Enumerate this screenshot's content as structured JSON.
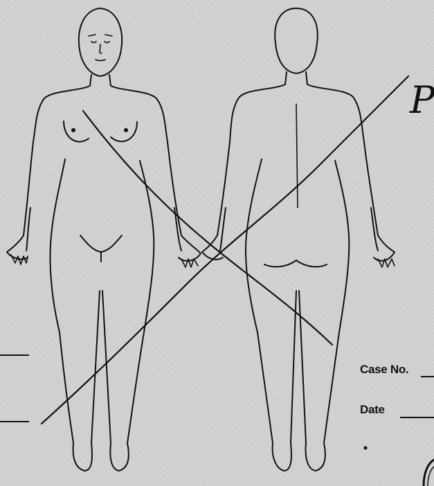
{
  "form": {
    "case_label": "Case No.",
    "date_label": "Date",
    "handwritten_initial": "P"
  },
  "diagram": {
    "views": [
      "front-view",
      "back-view"
    ],
    "markings": [
      "large-x-cross-out"
    ]
  }
}
